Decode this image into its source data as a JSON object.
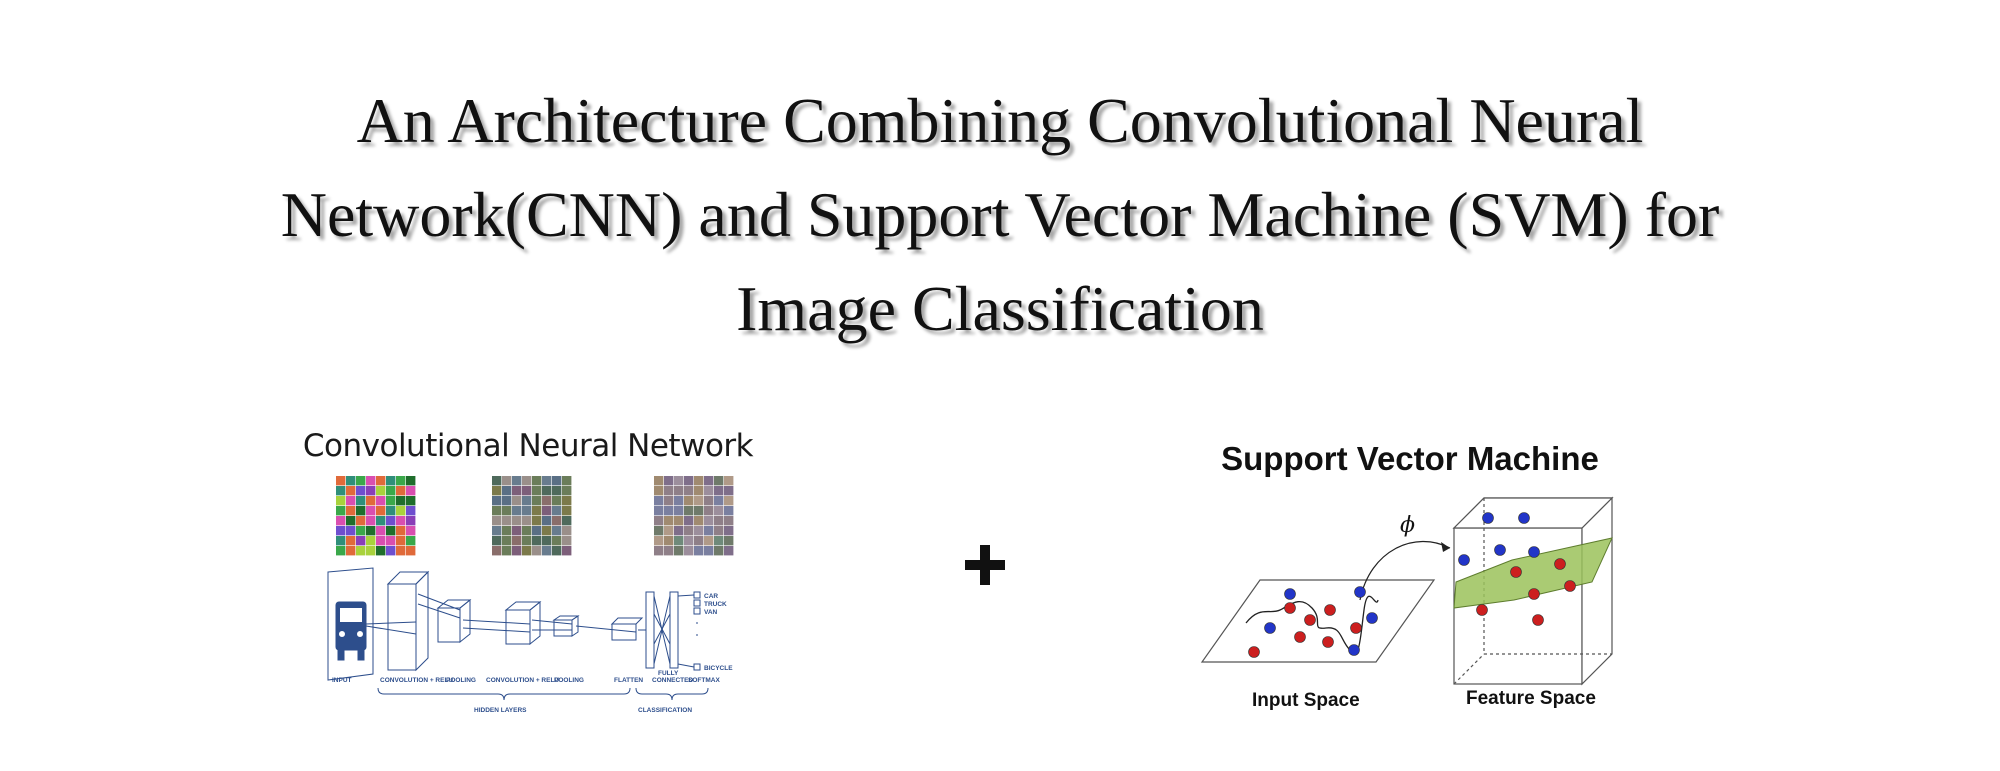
{
  "title": {
    "line1": "An Architecture Combining Convolutional Neural",
    "line2": "Network(CNN) and Support Vector Machine (SVM) for",
    "line3": "Image Classification"
  },
  "cnn": {
    "title": "Convolutional Neural Network",
    "labels": {
      "input": "INPUT",
      "conv1": "CONVOLUTION + RELU",
      "pool1": "POOLING",
      "conv2": "CONVOLUTION + RELU",
      "pool2": "POOLING",
      "flatten": "FLATTEN",
      "fully_connected_1": "FULLY",
      "fully_connected_2": "CONNECTED",
      "softmax": "SOFTMAX",
      "hidden_layers": "HIDDEN LAYERS",
      "classification": "CLASSIFICATION",
      "class_car": "CAR",
      "class_truck": "TRUCK",
      "class_van": "VAN",
      "class_bicycle": "BICYCLE"
    }
  },
  "plus_icon": "plus-icon",
  "svm": {
    "title": "Support Vector Machine",
    "phi": "ϕ",
    "input_space": "Input Space",
    "feature_space": "Feature Space"
  },
  "colors": {
    "cnn_line": "#2d4e8c",
    "point_red": "#cc1f1f",
    "point_blue": "#2235c8",
    "hyperplane": "#9bc25a"
  }
}
